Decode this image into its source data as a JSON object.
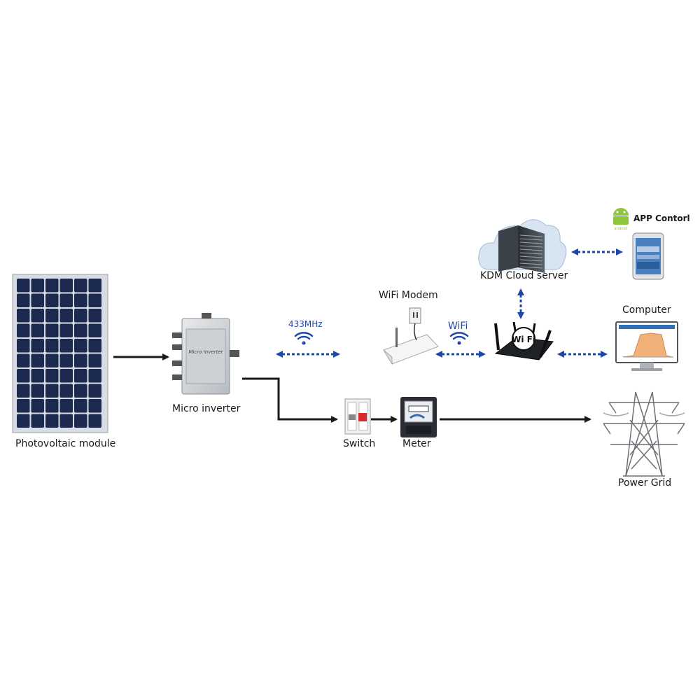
{
  "labels": {
    "pv_module": "Photovoltaic module",
    "micro_inverter": "Micro inverter",
    "switch": "Switch",
    "meter": "Meter",
    "power_grid": "Power Grid",
    "wifi_modem": "WiFi Modem",
    "kdm_cloud": "KDM Cloud server",
    "computer": "Computer",
    "app_control": "APP Contorl",
    "freq_433": "433MHz",
    "wifi": "WiFi"
  },
  "device_text": {
    "inverter_face": "Micro Inverter",
    "router_badge": "Wi Fi",
    "android_logo": "android"
  },
  "colors": {
    "power_line": "#1a1a1a",
    "data_link": "#1f47a8",
    "pv_cell": "#1c2a4f",
    "cloud": "#d7e4f2"
  },
  "icons": [
    "solar-panel-icon",
    "micro-inverter-icon",
    "breaker-switch-icon",
    "energy-meter-icon",
    "transmission-tower-icon",
    "wifi-modem-icon",
    "router-icon",
    "cloud-server-icon",
    "computer-monitor-icon",
    "smartphone-icon",
    "android-icon",
    "wifi-signal-icon"
  ]
}
